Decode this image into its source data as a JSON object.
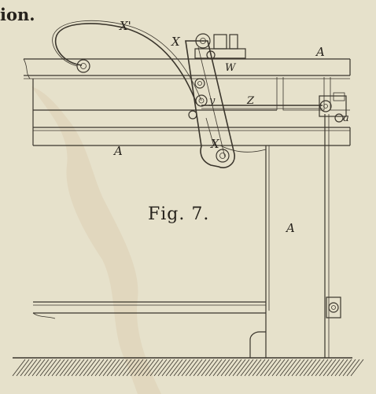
{
  "header": {
    "title_fragment": "ion."
  },
  "figure": {
    "caption": "Fig. 7."
  },
  "labels": {
    "x_prime": "X'",
    "x_upper": "X",
    "w": "W",
    "a_top_right": "A",
    "y": "y",
    "z": "Z",
    "a_small": "a",
    "a_beam_lower": "A",
    "x_lower": "X",
    "a_leg": "A"
  },
  "colors": {
    "paper": "#e6e1cb",
    "ink": "#3a352c",
    "stain": "#c9a983"
  }
}
